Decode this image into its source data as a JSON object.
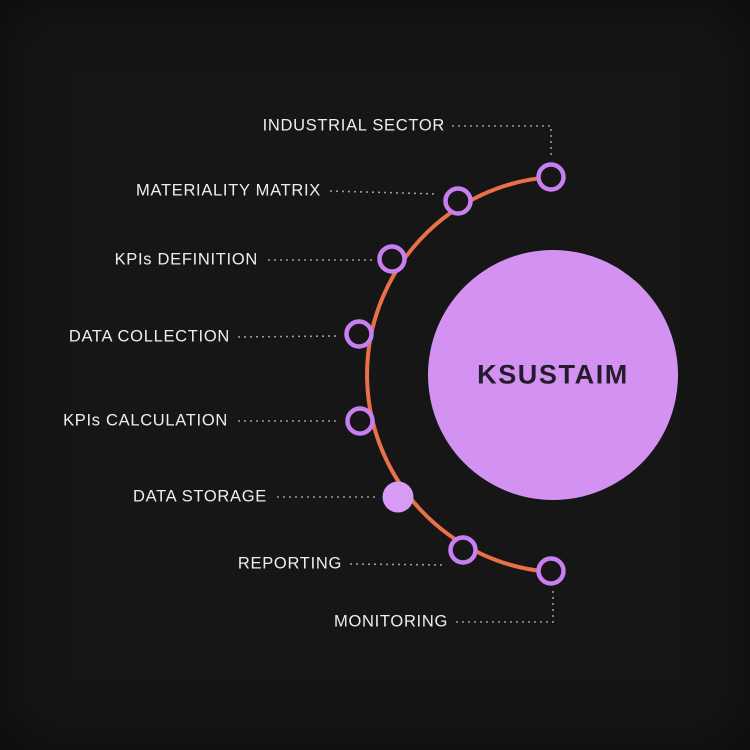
{
  "center": {
    "label": "KSUSTAIM"
  },
  "steps": [
    {
      "label": "INDUSTRIAL SECTOR",
      "state": "default"
    },
    {
      "label": "MATERIALITY MATRIX",
      "state": "default"
    },
    {
      "label": "KPIs DEFINITION",
      "state": "default"
    },
    {
      "label": "DATA COLLECTION",
      "state": "default"
    },
    {
      "label": "KPIs CALCULATION",
      "state": "default"
    },
    {
      "label": "DATA STORAGE",
      "state": "filled"
    },
    {
      "label": "REPORTING",
      "state": "default"
    },
    {
      "label": "MONITORING",
      "state": "default"
    }
  ],
  "colors": {
    "background": "#161616",
    "arc": "#e8714a",
    "node_ring": "#c77ff2",
    "node_inner": "#171717",
    "node_fill_active": "#d79af5",
    "center_circle": "#d392f2",
    "center_text": "#241c2b",
    "label_text": "#f0eeec",
    "connector": "#9f9b97"
  }
}
